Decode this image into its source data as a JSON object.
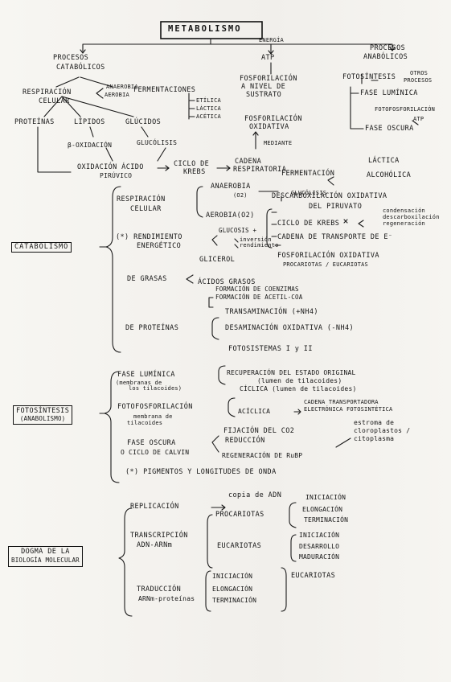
{
  "title": "METABOLISMO",
  "top": {
    "energia": "ENERGÍA",
    "atp": "ATP",
    "catabolicos": [
      "PROCESOS",
      "CATABÓLICOS"
    ],
    "anabolicos": [
      "PROCESOS",
      "ANABÓLICOS"
    ],
    "respiracion": [
      "RESPIRACIÓN",
      "CELULAR"
    ],
    "anaerobia": "ANAEROBIA",
    "aerobia": "AEROBIA",
    "fermentaciones": "FERMENTACIONES",
    "ferm_types": [
      "ETÍLICA",
      "LÁCTICA",
      "ACÉTICA"
    ],
    "fosforilacion_sustrato": [
      "FOSFORILACIÓN",
      "A NIVEL DE",
      "SUSTRATO"
    ],
    "fosforilacion_oxidativa": [
      "FOSFORILACIÓN",
      "OXIDATIVA"
    ],
    "mediante": "MEDIANTE",
    "fotosintesis": "FOTOSÍNTESIS",
    "otros_procesos": [
      "OTROS",
      "PROCESOS"
    ],
    "fase_luminica": "FASE LUMÍNICA",
    "fotofosforilacion": "FOTOFOSFORILACIÓN",
    "atp2": "ATP",
    "fase_oscura": "FASE OSCURA",
    "proteinas": "PROTEÍNAS",
    "lipidos": "LÍPIDOS",
    "glucidos": "GLÚCIDOS",
    "beta_oxidacion": "β-OXIDACIÓN",
    "glucolisis": "GLUCÓLISIS",
    "oxidacion_acido": [
      "OXIDACIÓN ÁCIDO",
      "PIRÚVICO"
    ],
    "ciclo_krebs": [
      "CICLO DE",
      "KREBS"
    ],
    "cadena": [
      "CADENA",
      "RESPIRATORIA"
    ]
  },
  "catabolismo": {
    "label": "CATABOLISMO",
    "respiracion": [
      "RESPIRACIÓN",
      "CELULAR"
    ],
    "anaerobia_o2": [
      "ANAEROBIA",
      "(O2)"
    ],
    "fermentacion": "FERMENTACIÓN",
    "glucolisis": "GLUCÓLISIS",
    "lactica": "LÁCTICA",
    "alcoholica": "ALCOHÓLICA",
    "aerobia_o2": "AEROBIA(O2)",
    "descarboxilacion": [
      "DESCARBOXILACIÓN OXIDATIVA",
      "DEL PIRUVATO"
    ],
    "ciclo_krebs": "CICLO DE KREBS",
    "krebs_steps": [
      "condensación",
      "descarboxilación",
      "regeneración"
    ],
    "cadena_transporte": "CADENA DE TRANSPORTE DE E⁻",
    "fosforilacion_oxidativa": "FOSFORILACIÓN OXIDATIVA",
    "procariotas_eucariotas": "PROCARIOTAS / EUCARIOTAS",
    "rendimiento": [
      "(*) RENDIMIENTO",
      "ENERGÉTICO"
    ],
    "glucosis": "GLUCOSIS +",
    "inversion": "inversión",
    "rendimiento2": "rendimiento",
    "de_grasas": "DE GRASAS",
    "glicerol": "GLICEROL",
    "acidos_grasos": "ÁCIDOS GRASOS",
    "formacion_coenzimas": "FORMACIÓN DE COENZIMAS",
    "formacion_acetil": "FORMACIÓN DE ACETIL-COA",
    "de_proteinas": "DE PROTEÍNAS",
    "transaminacion": "TRANSAMINACIÓN (+NH4)",
    "desaminacion": "DESAMINACIÓN OXIDATIVA (-NH4)"
  },
  "fotosintesis": {
    "label": [
      "FOTOSÍNTESIS",
      "(ANABOLISMO)"
    ],
    "fase_luminica": "FASE LUMÍNICA",
    "membranas_tilacoides": [
      "(membranas de",
      "los tilacoides)"
    ],
    "fotosistemas": "FOTOSISTEMAS I y II",
    "recuperacion": [
      "RECUPERACIÓN DEL ESTADO ORIGINAL",
      "(lumen de tilacoides)"
    ],
    "fotofosforilacion": "FOTOFOSFORILACIÓN",
    "membrana_tilacoides": [
      "membrana de",
      "tilacoides"
    ],
    "ciclica": "CÍCLICA (lumen de tilacoides)",
    "aciclica": "ACÍCLICA",
    "cadena_transportadora": [
      "CADENA TRANSPORTADORA",
      "ELECTRÓNICA FOTOSINTÉTICA"
    ],
    "fase_oscura": [
      "FASE OSCURA",
      "O CICLO DE CALVIN"
    ],
    "fijacion": "FIJACIÓN DEL CO2",
    "reduccion": "REDUCCIÓN",
    "regeneracion": "REGENERACIÓN DE RuBP",
    "estroma": [
      "estroma de",
      "cloroplastos /",
      "citoplasma"
    ],
    "pigmentos": "(*) PIGMENTOS Y LONGITUDES DE ONDA"
  },
  "dogma": {
    "label": [
      "DOGMA DE LA",
      "BIOLOGÍA MOLECULAR"
    ],
    "replicacion": "REPLICACIÓN",
    "copia": "copia de ADN",
    "transcripcion": [
      "TRANSCRIPCIÓN",
      "ADN-ARNm"
    ],
    "procariotas": "PROCARIOTAS",
    "eucariotas": "EUCARIOTAS",
    "pro_steps": [
      "INICIACIÓN",
      "ELONGACIÓN",
      "TERMINACIÓN"
    ],
    "euc_steps": [
      "INICIACIÓN",
      "DESARROLLO",
      "MADURACIÓN"
    ],
    "traduccion": [
      "TRADUCCIÓN",
      "ARNm-proteínas"
    ],
    "trad_steps": [
      "INICIACIÓN",
      "ELONGACIÓN",
      "TERMINACIÓN"
    ],
    "eucariotas2": "EUCARIOTAS"
  }
}
